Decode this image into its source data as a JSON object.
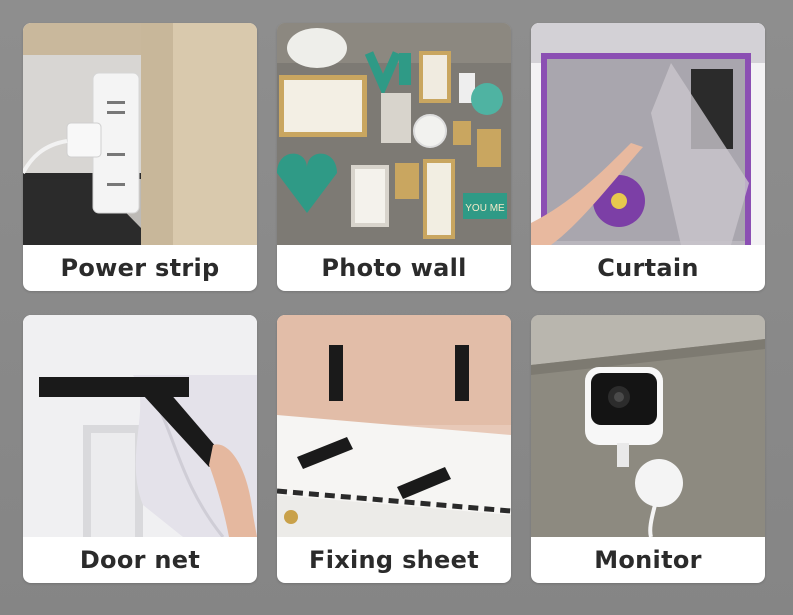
{
  "cards": [
    {
      "label": "Power strip"
    },
    {
      "label": "Photo wall"
    },
    {
      "label": "Curtain"
    },
    {
      "label": "Door net"
    },
    {
      "label": "Fixing sheet"
    },
    {
      "label": "Monitor"
    }
  ],
  "photo_wall_sign_text": "YOU ME",
  "colors": {
    "background": "#8a8a8a",
    "card": "#ffffff",
    "caption_text": "#2b2b2b",
    "velcro_strip": "#1a1a1a",
    "curtain_purple": "#8b4fb3",
    "wall_teal": "#2f9a86"
  }
}
